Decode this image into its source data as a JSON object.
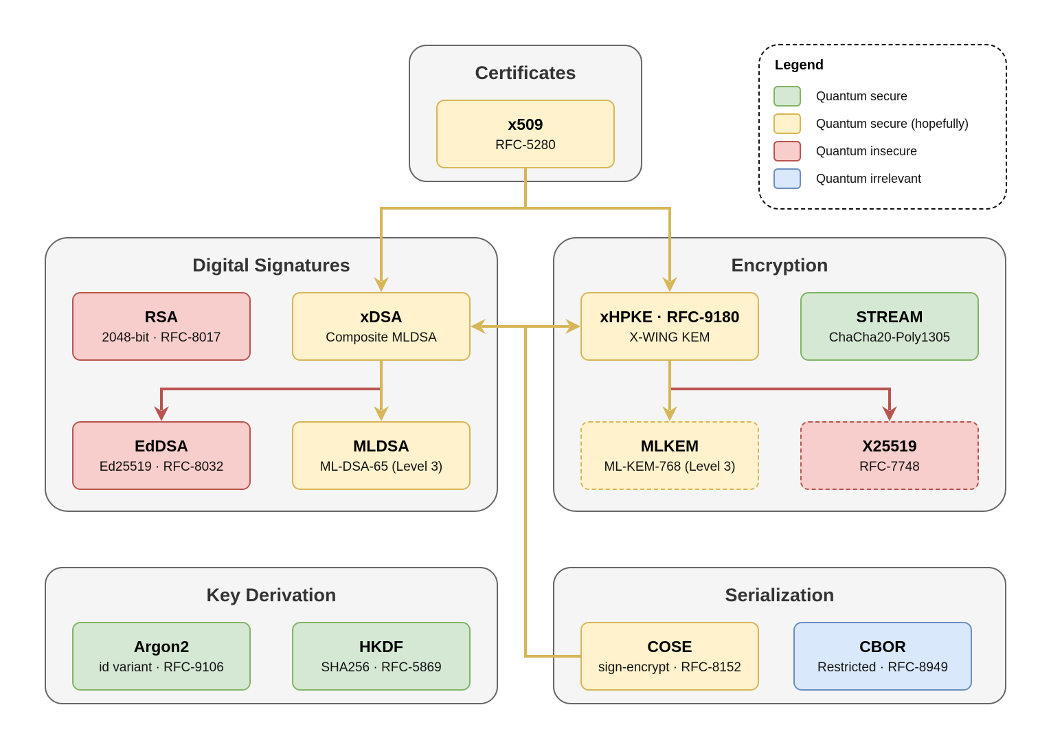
{
  "colors": {
    "green": {
      "fill": "#d5e8d4",
      "stroke": "#82b366"
    },
    "yellow": {
      "fill": "#fff2cc",
      "stroke": "#d6b656"
    },
    "red": {
      "fill": "#f8cecc",
      "stroke": "#b85450"
    },
    "blue": {
      "fill": "#dae8fc",
      "stroke": "#6c8ebf"
    },
    "group_fill": "#f5f5f5",
    "group_stroke": "#666666"
  },
  "groups": {
    "certificates": {
      "title": "Certificates"
    },
    "signatures": {
      "title": "Digital Signatures"
    },
    "encryption": {
      "title": "Encryption"
    },
    "kdf": {
      "title": "Key Derivation"
    },
    "serialization": {
      "title": "Serialization"
    }
  },
  "nodes": {
    "x509": {
      "title": "x509",
      "sub": "RFC-5280",
      "status": "yellow"
    },
    "rsa": {
      "title": "RSA",
      "sub": "2048-bit · RFC-8017",
      "status": "red"
    },
    "xdsa": {
      "title": "xDSA",
      "sub": "Composite MLDSA",
      "status": "yellow"
    },
    "eddsa": {
      "title": "EdDSA",
      "sub": "Ed25519 · RFC-8032",
      "status": "red"
    },
    "mldsa": {
      "title": "MLDSA",
      "sub": "ML-DSA-65 (Level 3)",
      "status": "yellow"
    },
    "xhpke": {
      "title": "xHPKE · RFC-9180",
      "sub": "X-WING KEM",
      "status": "yellow"
    },
    "stream": {
      "title": "STREAM",
      "sub": "ChaCha20-Poly1305",
      "status": "green"
    },
    "mlkem": {
      "title": "MLKEM",
      "sub": "ML-KEM-768 (Level 3)",
      "status": "yellow",
      "dashed": true
    },
    "x25519": {
      "title": "X25519",
      "sub": "RFC-7748",
      "status": "red",
      "dashed": true
    },
    "argon2": {
      "title": "Argon2",
      "sub": "id variant · RFC-9106",
      "status": "green"
    },
    "hkdf": {
      "title": "HKDF",
      "sub": "SHA256 · RFC-5869",
      "status": "green"
    },
    "cose": {
      "title": "COSE",
      "sub": "sign-encrypt · RFC-8152",
      "status": "yellow"
    },
    "cbor": {
      "title": "CBOR",
      "sub": "Restricted · RFC-8949",
      "status": "blue"
    }
  },
  "edges": [
    {
      "from": "x509",
      "to": "xdsa",
      "color": "yellow"
    },
    {
      "from": "x509",
      "to": "xhpke",
      "color": "yellow"
    },
    {
      "from": "cose",
      "to": "xdsa",
      "color": "yellow"
    },
    {
      "from": "cose",
      "to": "xhpke",
      "color": "yellow"
    },
    {
      "from": "xdsa",
      "to": "mldsa",
      "color": "yellow"
    },
    {
      "from": "xdsa",
      "to": "eddsa",
      "color": "red"
    },
    {
      "from": "xhpke",
      "to": "mlkem",
      "color": "yellow"
    },
    {
      "from": "xhpke",
      "to": "x25519",
      "color": "red"
    }
  ],
  "legend": {
    "title": "Legend",
    "items": [
      {
        "label": "Quantum secure",
        "color": "green"
      },
      {
        "label": "Quantum secure (hopefully)",
        "color": "yellow"
      },
      {
        "label": "Quantum insecure",
        "color": "red"
      },
      {
        "label": "Quantum irrelevant",
        "color": "blue"
      }
    ]
  }
}
